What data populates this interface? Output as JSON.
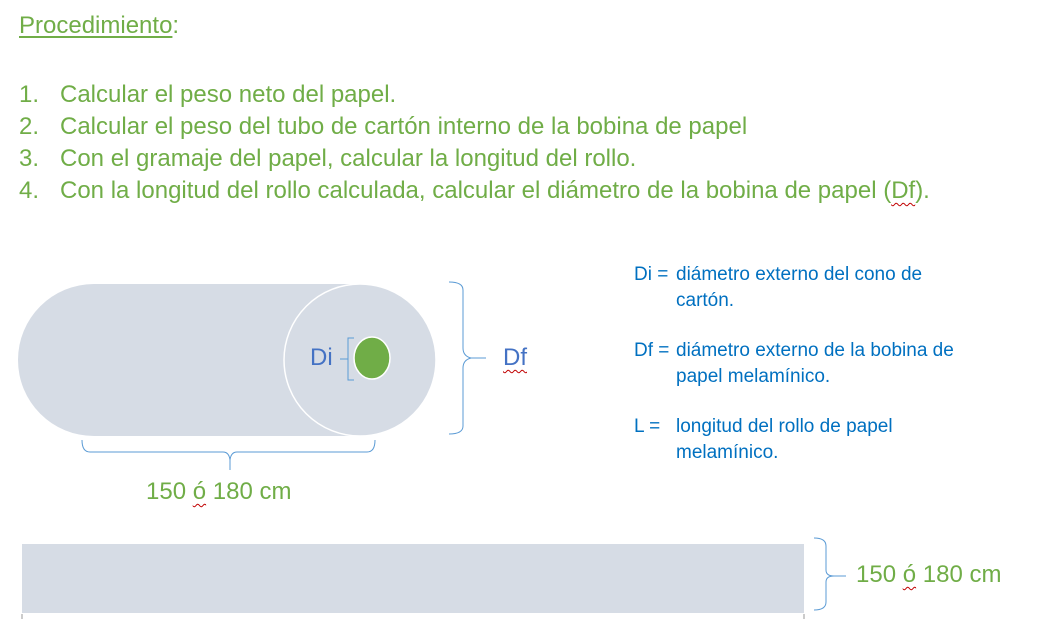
{
  "title": "Procedimiento",
  "title_colon": ":",
  "steps": [
    {
      "num": "1.",
      "text": "Calcular el peso neto del papel."
    },
    {
      "num": "2.",
      "text": "Calcular el peso del tubo de cartón interno de la bobina de papel"
    },
    {
      "num": "3.",
      "text": "Con el gramaje del papel, calcular la longitud del rollo."
    },
    {
      "num": "4.",
      "text_a": "Con la longitud del rollo calculada, calcular el diámetro de la bobina de papel (",
      "text_df": "Df",
      "text_b": ")."
    }
  ],
  "diagram": {
    "di_label": "Di",
    "df_label": "Df",
    "length_label_a": "150 ",
    "length_label_o": "ó",
    "length_label_b": " 180 cm",
    "sheet_label_a": "150 ",
    "sheet_label_o": "ó",
    "sheet_label_b": " 180 cm"
  },
  "legend": [
    {
      "key": "Di =",
      "text": "diámetro externo del cono de cartón."
    },
    {
      "key": "Df =",
      "text": "diámetro externo de la bobina de papel melamínico."
    },
    {
      "key": "L =",
      "text": "longitud del rollo de papel melamínico."
    }
  ],
  "colors": {
    "green": "#70ad47",
    "blue": "#4472c4",
    "legend_blue": "#0070c0",
    "roll_fill": "#d6dce5",
    "core_fill": "#70ad47",
    "bracket": "#5b9bd5"
  }
}
